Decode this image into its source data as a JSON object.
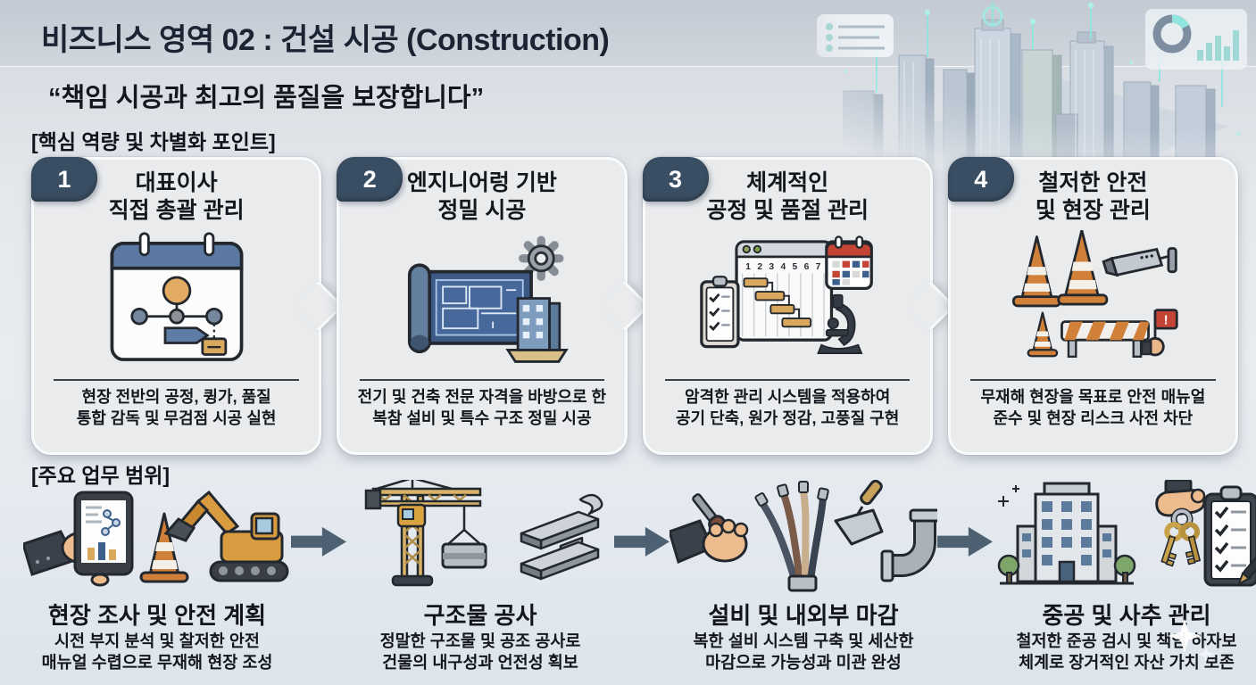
{
  "header": {
    "title": "비즈니스 영역 02 : 건설 시공 (Construction)",
    "subtitle": "“책임 시공과 최고의 품질을 보장합니다”"
  },
  "sections": {
    "core": {
      "label": "[핵심 역량 및 차별화 포인트]",
      "cards": [
        {
          "number": "1",
          "title_line1": "대표이사",
          "title_line2": "직접 총괄 관리",
          "desc_line1": "현장 전반의 공정, 큉가, 품질",
          "desc_line2": "통합 감독 및 무검점 시공 실현",
          "icon": "calendar-flowchart-icon"
        },
        {
          "number": "2",
          "title_line1": "엔지니어렁 기반",
          "title_line2": "정밀 시공",
          "desc_line1": "전기 및 건축 전문 자격을 바방으로 한",
          "desc_line2": "복참 설비 및 특수 구조 정밀 시공",
          "icon": "blueprint-gear-icon"
        },
        {
          "number": "3",
          "title_line1": "체계적인",
          "title_line2": "공정 및 품절 관리",
          "desc_line1": "암격한 관리 시스템을 적용하여",
          "desc_line2": "공기 단축, 원가 정감, 고풍질 구현",
          "icon": "gantt-quality-icon"
        },
        {
          "number": "4",
          "title_line1": "철저한 안전",
          "title_line2": "및 현장 관리",
          "desc_line1": "무재해 현장을 목표로 안전 매뉴얼",
          "desc_line2": "준수 및 현장 리스크 사전 차단",
          "icon": "safety-site-icon"
        }
      ]
    },
    "scope": {
      "label": "[주요 업무 범위]",
      "steps": [
        {
          "title": "현장 조사 및 안전 계획",
          "desc_line1": "시전 부지 분석 및 찰저한 안전",
          "desc_line2": "매뉴얼 수렵으로 무재해 현장 조성",
          "icon": "site-survey-icon"
        },
        {
          "title": "구조물 공사",
          "desc_line1": "정말한 구조물 및 공조 공사로",
          "desc_line2": "건물의 내구성과 언전성 획보",
          "icon": "crane-steel-icon"
        },
        {
          "title": "설비 및 내외부 마감",
          "desc_line1": "복한 설비 시스템 구축 및 세산한",
          "desc_line2": "마감으로 가능성과 미관 완성",
          "icon": "mep-finishing-icon"
        },
        {
          "title": "중공 및 사추 관리",
          "desc_line1": "철저한 준공 검시 및 책임 하자보",
          "desc_line2": "체계로 장거적인 자산 가치 보존",
          "icon": "handover-keys-icon"
        }
      ]
    }
  },
  "colors": {
    "badge_navy": "#3a4e63",
    "card_bg": "#e9ebed",
    "page_bg": "#e4e9ee",
    "cone_orange": "#d08038",
    "blueprint_blue": "#3d5a86",
    "calendar_red": "#c44536",
    "flow_arrow": "#4d6172",
    "city_glow": "#8ee6df",
    "crane_tan": "#d9b468"
  }
}
